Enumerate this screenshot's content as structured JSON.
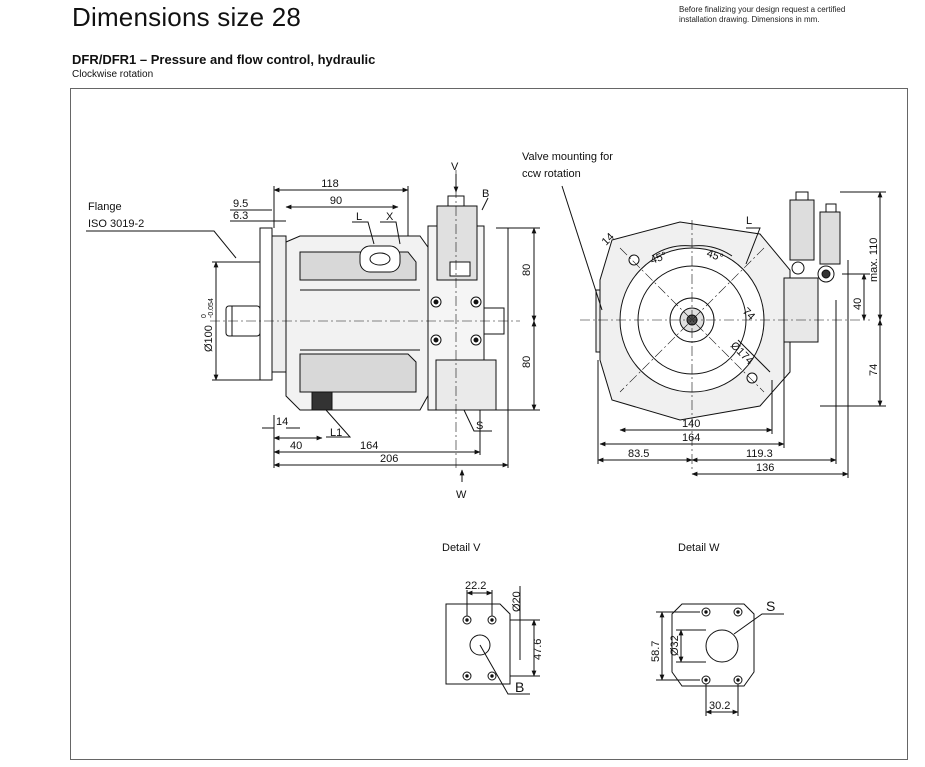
{
  "header": {
    "title": "Dimensions size 28",
    "note_line1": "Before finalizing your design request a certified",
    "note_line2": "installation drawing. Dimensions in mm.",
    "subtitle": "DFR/DFR1 – Pressure and flow control, hydraulic",
    "rotation": "Clockwise rotation"
  },
  "side_view": {
    "flange_label1": "Flange",
    "flange_label2": "ISO 3019-2",
    "dim_118": "118",
    "dim_90": "90",
    "dim_9_5": "9.5",
    "dim_6_3": "6.3",
    "dim_14": "14",
    "dim_40": "40",
    "dim_164": "164",
    "dim_206": "206",
    "dim_80_top": "80",
    "dim_80_bottom": "80",
    "shaft_dia": "Ø100",
    "tol_upper": "0",
    "tol_lower": "-0.054",
    "port_V": "V",
    "port_B": "B",
    "port_L": "L",
    "port_X": "X",
    "port_L1": "L1",
    "port_S": "S",
    "port_W": "W"
  },
  "front_view": {
    "callout1": "Valve mounting for",
    "callout2": "ccw rotation",
    "dim_14": "14",
    "angle_45a": "45°",
    "angle_45b": "45°",
    "port_L": "L",
    "dim_74_diag": "74",
    "dia_174": "Ø174",
    "dim_140": "140",
    "dim_164": "164",
    "dim_83_5": "83.5",
    "dim_119_3": "119.3",
    "dim_136": "136",
    "dim_max110": "max. 110",
    "dim_40": "40",
    "dim_74": "74"
  },
  "detail_v": {
    "title": "Detail V",
    "dim_22_2": "22.2",
    "dia_20": "Ø20",
    "dim_47_6": "47.6",
    "port_B": "B"
  },
  "detail_w": {
    "title": "Detail W",
    "port_S": "S",
    "dim_58_7": "58.7",
    "dia_32": "Ø32",
    "dim_30_2": "30.2"
  }
}
